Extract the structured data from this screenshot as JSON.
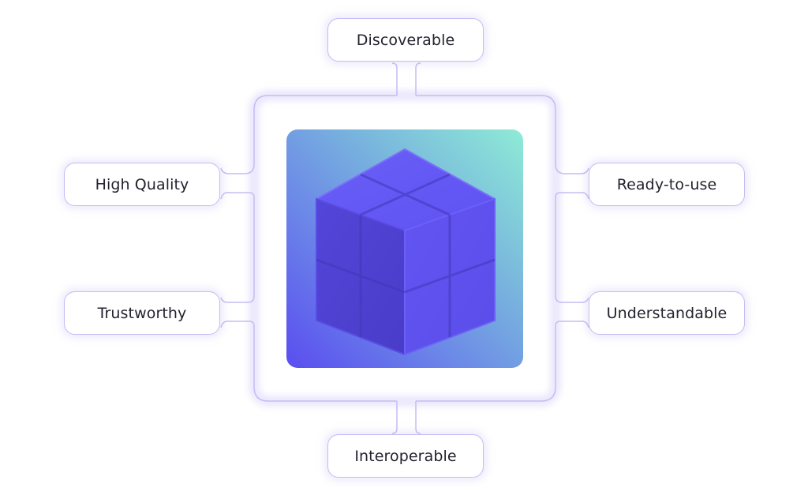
{
  "nodes": {
    "top": "Discoverable",
    "left_upper": "High Quality",
    "left_lower": "Trustworthy",
    "right_upper": "Ready-to-use",
    "right_lower": "Understandable",
    "bottom": "Interoperable"
  },
  "center": {
    "icon": "cube-icon"
  },
  "colors": {
    "outline": "#c3bdf3",
    "cube": "#5b4ef0",
    "gradient_start": "#5a4df0",
    "gradient_end": "#8eebd6",
    "text": "#23222e"
  }
}
